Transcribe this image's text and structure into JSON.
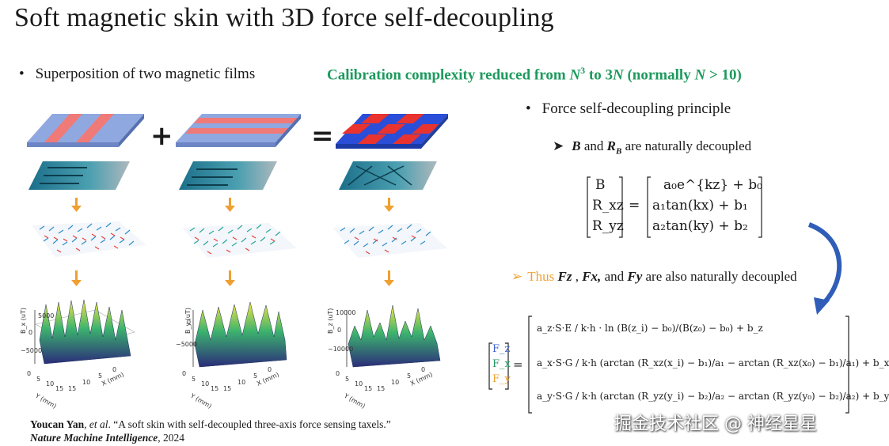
{
  "title": "Soft magnetic skin with 3D force self-decoupling",
  "bullets": {
    "dot": "•",
    "left": "Superposition of two magnetic films",
    "highlight_prefix": "Calibration complexity reduced from ",
    "highlight_n3": "N",
    "highlight_sup": "3",
    "highlight_mid": " to 3",
    "highlight_n": "N",
    "highlight_paren": " (normally ",
    "highlight_n2": "N",
    "highlight_end": " > 10)",
    "principle": "Force self-decoupling principle",
    "sub1_arrow": "➤",
    "sub1_b": "B",
    "sub1_and": " and ",
    "sub1_rb": "R",
    "sub1_rb_sub": "B",
    "sub1_rest": " are naturally decoupled",
    "sub2_arrow": "➢",
    "sub2_lead": "Thus ",
    "sub2_fz": "Fz",
    "sub2_sep1": " , ",
    "sub2_fx": "Fx,",
    "sub2_and": " and ",
    "sub2_fy": "Fy",
    "sub2_rest": " are also naturally decoupled"
  },
  "operators": {
    "plus": "+",
    "equals": "="
  },
  "eq1": {
    "lhs": [
      "B",
      "R_xz",
      "R_yz"
    ],
    "rhs": [
      "a₀e^{kz} + b₀",
      "a₁tan(kx) + b₁",
      "a₂tan(ky) + b₂"
    ]
  },
  "eq2": {
    "lhs": [
      "F_z",
      "F_x",
      "F_y"
    ],
    "row1": "a_z·S·E / k·h · ln (B(z_i) − b₀)/(B(z₀) − b₀) + b_z",
    "row2": "a_x·S·G / k·h (arctan (R_xz(x_i) − b₁)/a₁ − arctan (R_xz(x₀) − b₁)/a₁) + b_x",
    "row3": "a_y·S·G / k·h (arctan (R_yz(y_i) − b₂)/a₂ − arctan (R_yz(y₀) − b₂)/a₂) + b_y"
  },
  "plots": [
    {
      "ylabel": "B_x (uT)",
      "ticks": [
        "5000",
        "0",
        "−5000"
      ],
      "ylab_axis": "Y (mm)",
      "xlab_axis": "X (mm)",
      "axis_ticks": [
        "0",
        "5",
        "10",
        "15",
        "15",
        "10",
        "5",
        "0"
      ]
    },
    {
      "ylabel": "B_y (uT)",
      "ticks": [
        "0",
        "−5000"
      ],
      "ylab_axis": "Y (mm)",
      "xlab_axis": "X (mm)",
      "axis_ticks": [
        "0",
        "5",
        "10",
        "15",
        "15",
        "10",
        "5",
        "0"
      ]
    },
    {
      "ylabel": "B_z (uT)",
      "ticks": [
        "10000",
        "0",
        "−10000"
      ],
      "ylab_axis": "Y (mm)",
      "xlab_axis": "X (mm)",
      "axis_ticks": [
        "0",
        "5",
        "10",
        "15",
        "15",
        "10",
        "5",
        "0"
      ]
    }
  ],
  "citation": {
    "author": "Youcan Yan",
    "etal": ", et al",
    "text": ". “A soft skin with self-decoupled three-axis force sensing taxels.”",
    "journal": "Nature Machine Intelligence",
    "year": ", 2024"
  },
  "watermark": "掘金技术社区 @ 神经星星",
  "colors": {
    "green": "#1f9a5e",
    "orange": "#f0a030",
    "blue": "#3a5fcd",
    "red": "#e8443a",
    "arrow_blue": "#2f5db8"
  }
}
